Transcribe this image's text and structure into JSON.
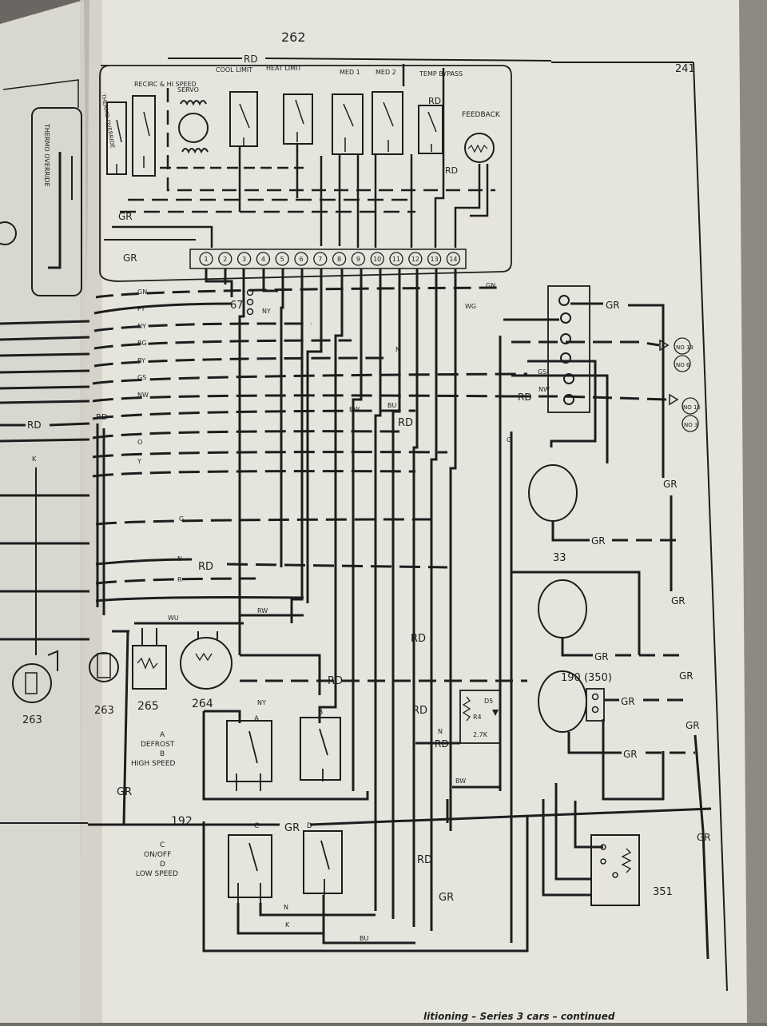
{
  "page": {
    "diagram_number": "262",
    "page_number": "241",
    "footer_caption": "litioning – Series 3 cars – continued",
    "left_page_label": "THERMO OVERRIDE"
  },
  "module": {
    "labels": {
      "thermo_override": "THERMO OVERRIDE",
      "recirc_hi_speed": "RECIRC & HI SPEED",
      "servo": "SERVO",
      "cool_limit": "COOL LIMIT",
      "heat_limit": "HEAT LIMIT",
      "med1": "MED 1",
      "med2": "MED 2",
      "temp_bypass": "TEMP BYPASS",
      "feedback": "FEEDBACK"
    },
    "terminals": [
      "1",
      "2",
      "3",
      "4",
      "5",
      "6",
      "7",
      "8",
      "9",
      "10",
      "11",
      "12",
      "13",
      "14"
    ]
  },
  "wire_colors": {
    "rd": "RD",
    "gr": "GR",
    "gn": "GN",
    "py": "PY",
    "ny": "NY",
    "bg": "BG",
    "by": "BY",
    "gs": "GS",
    "nw": "NW",
    "o": "O",
    "y": "Y",
    "g": "G",
    "n": "N",
    "r": "R",
    "wu": "WU",
    "rw": "RW",
    "bw": "BW",
    "bu": "BU",
    "wg": "WG",
    "k": "K"
  },
  "components": {
    "c263": "263",
    "c265": "265",
    "c264": "264",
    "c67": "67",
    "c33": "33",
    "c190": "190 (350)",
    "c351": "351",
    "c192": "192",
    "r4": "R4",
    "d5": "D5",
    "r_value": "2.7K",
    "switch_a_text": "A\nDEFROST\nB\nHIGH SPEED",
    "switch_c_text": "C\nON/OFF\nD\nLOW SPEED",
    "switch_a": "A",
    "switch_b": "B",
    "switch_c": "C",
    "switch_d": "D"
  },
  "connectors": {
    "no13": "NO 13",
    "no6": "NO 6",
    "no16": "NO 16",
    "no3": "NO 3"
  }
}
